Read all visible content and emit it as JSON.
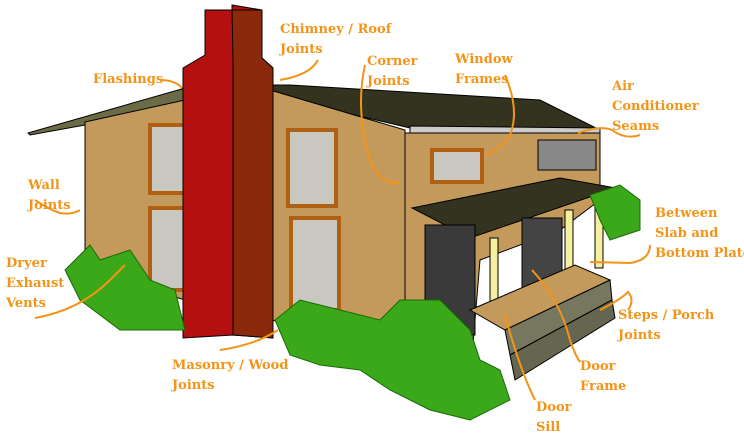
{
  "title": "House air leakage points",
  "accent_color": "#f39418",
  "labels": {
    "chimney": "Chimney / Roof\nJoints",
    "flashings": "Flashings",
    "corner": "Corner\nJoints",
    "window": "Window\nFrames",
    "ac": "Air\nConditioner\nSeams",
    "wall": "Wall\nJoints",
    "dryer": "Dryer\nExhaust\nVents",
    "slab": "Between\nSlab and\nBottom Plate",
    "steps": "Steps / Porch\nJoints",
    "masonry": "Masonry / Wood\nJoints",
    "door_frame": "Door\nFrame",
    "door_sill": "Door\nSill"
  }
}
